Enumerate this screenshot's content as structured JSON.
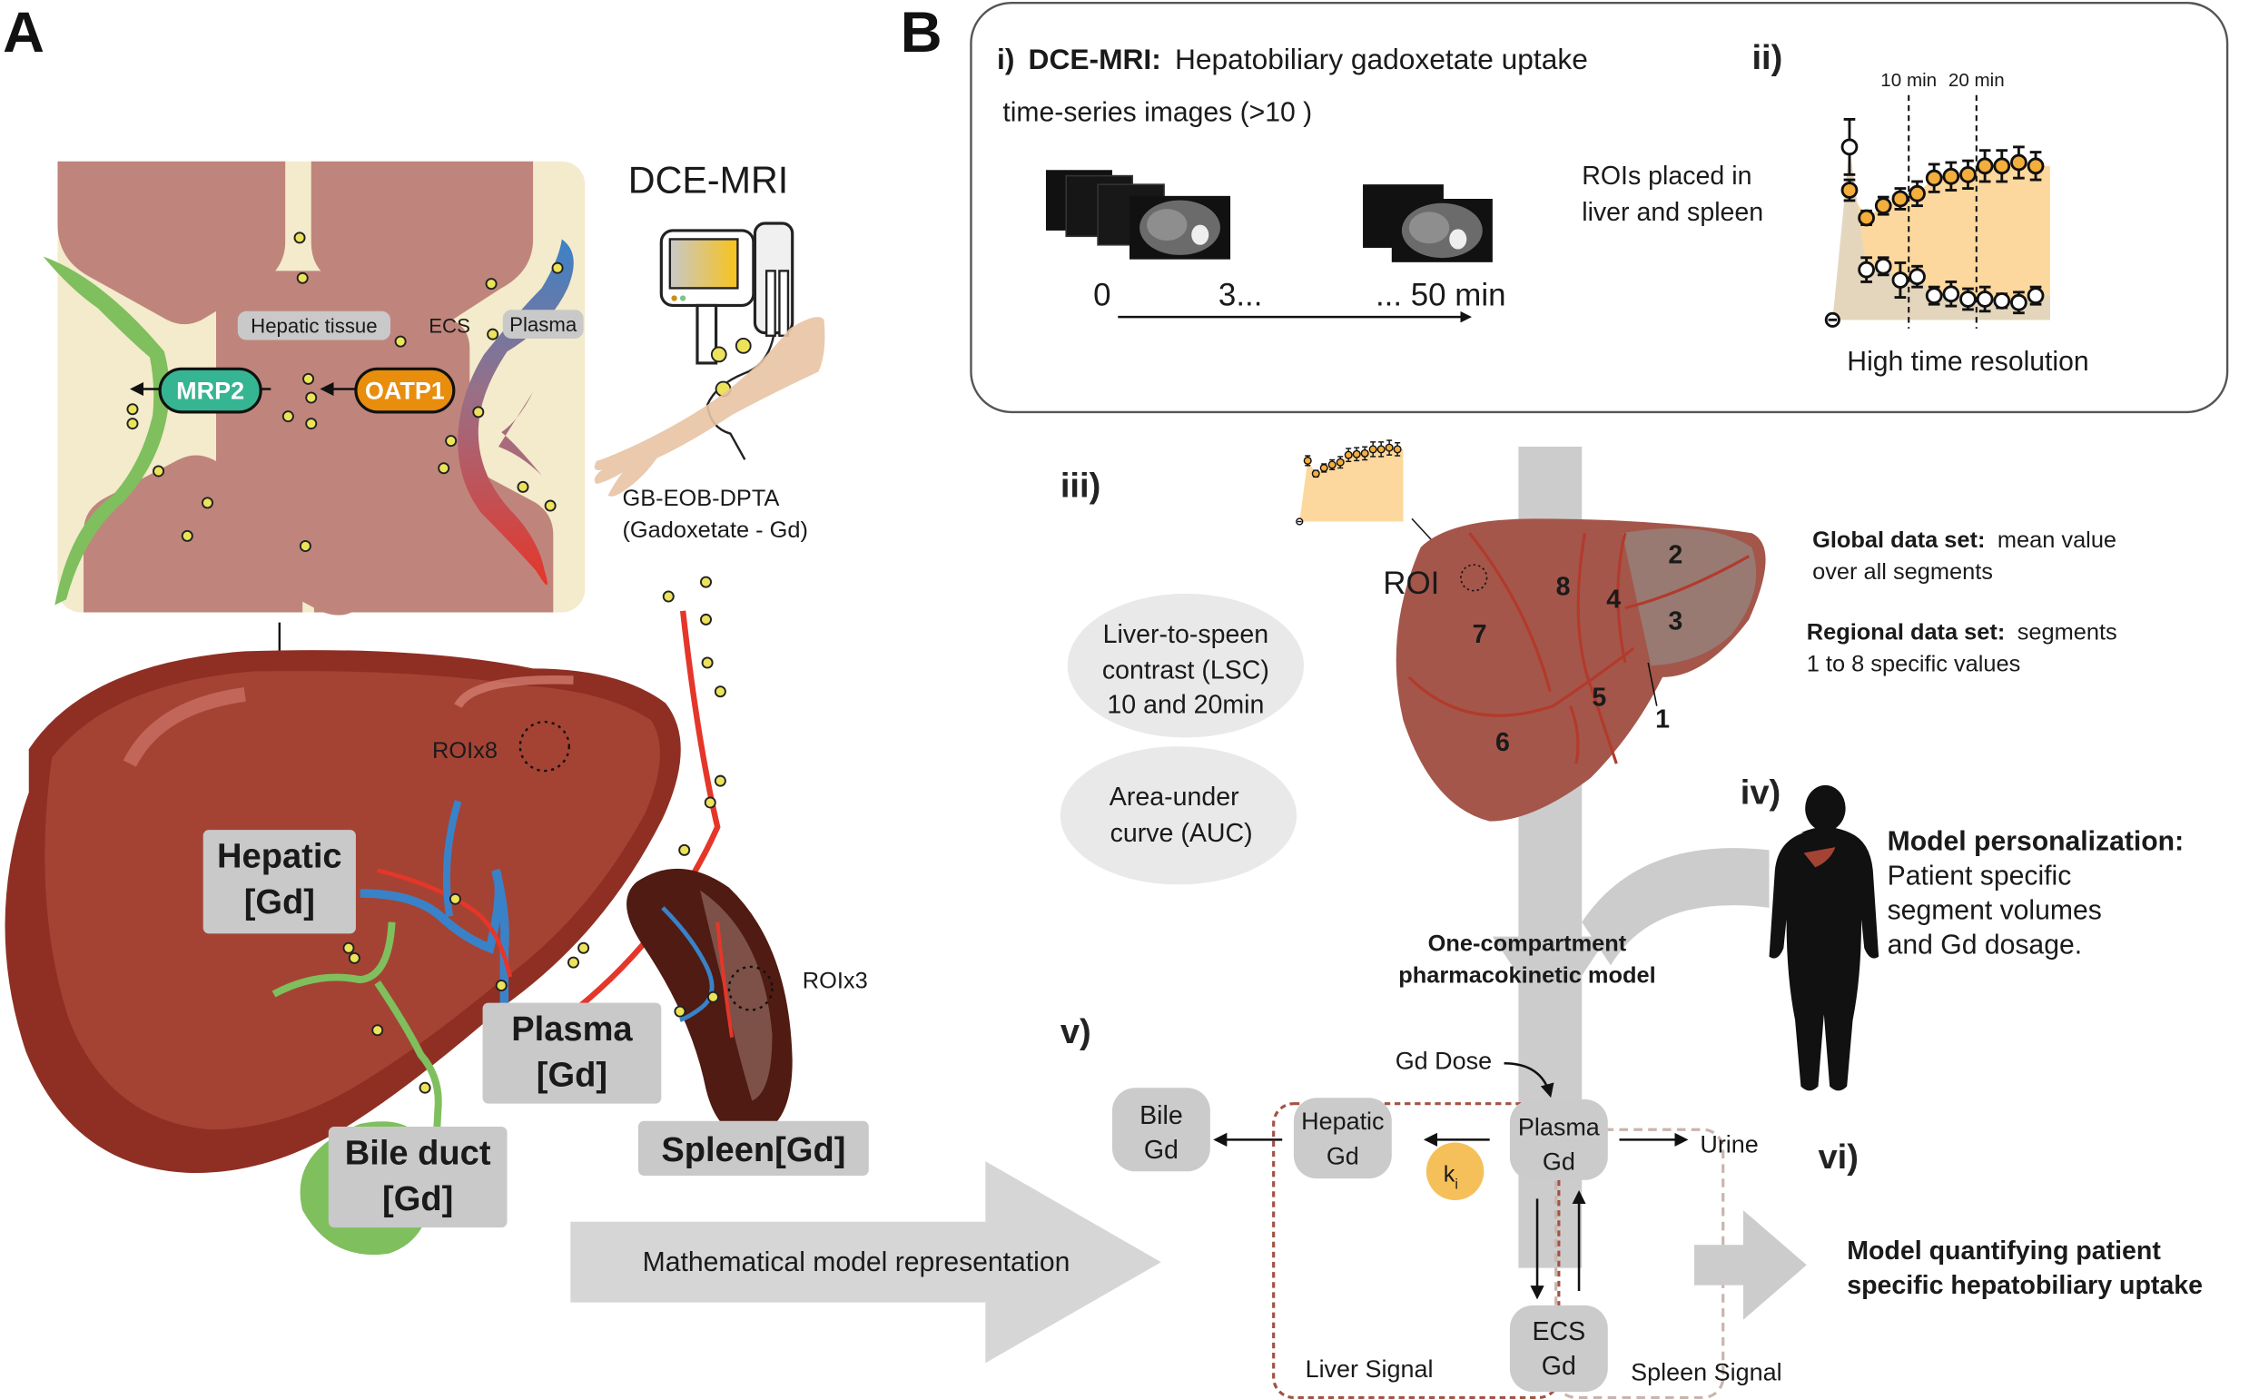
{
  "panel_a": {
    "letter": "A",
    "tissue_labels": {
      "hepatic_tissue": "Hepatic tissue",
      "ecs": "ECS",
      "plasma": "Plasma"
    },
    "transporters": {
      "mrp2": "MRP2",
      "oatp1": "OATP1"
    },
    "device_title": "DCE-MRI",
    "agent_line1": "GB-EOB-DPTA",
    "agent_line2": "(Gadoxetate - Gd)",
    "roi_liver": "ROIx8",
    "roi_spleen": "ROIx3",
    "compartments": {
      "hepatic_line1": "Hepatic",
      "hepatic_line2": "[Gd]",
      "plasma_line1": "Plasma",
      "plasma_line2": "[Gd]",
      "bile_line1": "Bile duct",
      "bile_line2": "[Gd]",
      "spleen": "Spleen[Gd]"
    },
    "arrow_label": "Mathematical model representation"
  },
  "panel_b": {
    "letter": "B",
    "step_i": {
      "numeral": "i)",
      "title_bold": "DCE-MRI:",
      "title_rest": "Hepatobiliary gadoxetate uptake",
      "subtitle": "time-series images (>10 )",
      "timeline_labels": [
        "0",
        "3...",
        "... 50 min"
      ],
      "roi_line1": "ROIs placed in",
      "roi_line2": "liver and spleen"
    },
    "step_ii": {
      "numeral": "ii)",
      "caption": "High time resolution"
    },
    "step_iii": {
      "numeral": "iii)",
      "roi": "ROI",
      "segments": [
        "1",
        "2",
        "3",
        "4",
        "5",
        "6",
        "7",
        "8"
      ],
      "lsc_lines": [
        "Liver-to-speen",
        "contrast (LSC)",
        "10 and 20min"
      ],
      "auc_lines": [
        "Area-under",
        "curve (AUC)"
      ],
      "global_bold": "Global data set:",
      "global_rest1": "mean value",
      "global_rest2": "over all segments",
      "regional_bold": "Regional data set:",
      "regional_rest1": "segments",
      "regional_rest2": "1 to 8 specific values"
    },
    "step_iv": {
      "numeral": "iv)",
      "title": "Model personalization:",
      "lines": [
        "Patient specific",
        "segment volumes",
        "and Gd dosage."
      ]
    },
    "model_label_line1": "One-compartment",
    "model_label_line2": "pharmacokinetic  model",
    "step_v": {
      "numeral": "v)",
      "gd_dose": "Gd Dose",
      "bile": [
        "Bile",
        "Gd"
      ],
      "hepatic": [
        "Hepatic",
        "Gd"
      ],
      "plasma": [
        "Plasma",
        "Gd"
      ],
      "ecs": [
        "ECS",
        "Gd"
      ],
      "urine": "Urine",
      "rate_symbol": "k",
      "rate_subscript": "i",
      "liver_signal": "Liver Signal",
      "spleen_signal": "Spleen Signal"
    },
    "step_vi": {
      "numeral": "vi)",
      "line1": "Model quantifying patient",
      "line2": "specific hepatobiliary uptake"
    }
  },
  "colors": {
    "liver_series": "#f3ae3c",
    "liver_fill": "#fdd89e",
    "spleen_series": "#ffffff",
    "spleen_fill": "#e3d5bf",
    "mrp2": "#35b591",
    "oatp1": "#e88d0c",
    "liver": "#a44334",
    "spleen": "#4f1b12",
    "bile": "#7fc062",
    "rate_badge": "#f5c05a"
  },
  "chart_data": {
    "type": "scatter",
    "title": "",
    "xlabel": "",
    "ylabel": "",
    "annotations": [
      "10 min",
      "20 min"
    ],
    "vlines_x_index": [
      5,
      9
    ],
    "units": "relative signal (schematic, no axis ticks)",
    "x": [
      0,
      1,
      2,
      3,
      4,
      5,
      6,
      7,
      8,
      9,
      10,
      11,
      12
    ],
    "ylim": [
      0,
      1.1
    ],
    "series": [
      {
        "name": "liver",
        "values": [
          0,
          0.75,
          0.59,
          0.66,
          0.7,
          0.73,
          0.82,
          0.83,
          0.84,
          0.89,
          0.89,
          0.91,
          0.89
        ],
        "errors": [
          0,
          0.06,
          0.04,
          0.05,
          0.06,
          0.07,
          0.08,
          0.08,
          0.08,
          0.09,
          0.09,
          0.09,
          0.08
        ]
      },
      {
        "name": "spleen",
        "values": [
          0,
          1.0,
          0.29,
          0.31,
          0.23,
          0.25,
          0.14,
          0.15,
          0.12,
          0.12,
          0.11,
          0.1,
          0.14
        ],
        "errors": [
          0,
          0.16,
          0.07,
          0.05,
          0.1,
          0.06,
          0.05,
          0.07,
          0.06,
          0.07,
          0.04,
          0.06,
          0.05
        ]
      }
    ]
  }
}
